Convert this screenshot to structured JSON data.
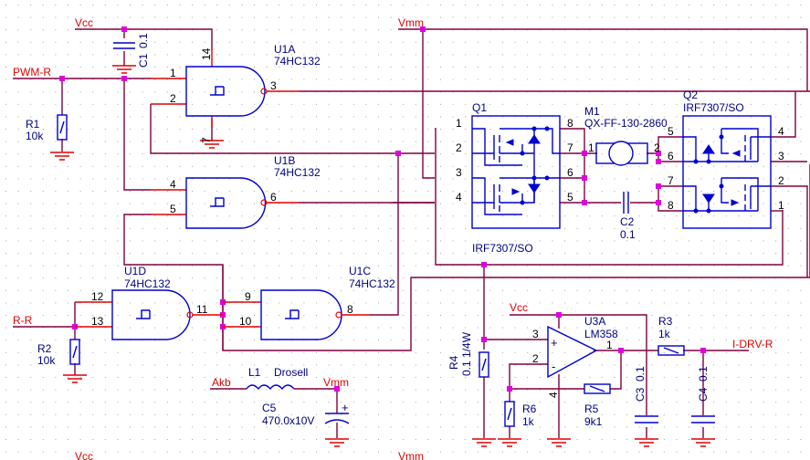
{
  "nets": {
    "vcc_top": "Vcc",
    "vmm_top": "Vmm",
    "pwm_r": "PWM-R",
    "r_r": "R-R",
    "akb": "Akb",
    "vmm_l1": "Vmm",
    "vcc_opamp": "Vcc",
    "i_drv_r": "I-DRV-R",
    "vcc_bottom": "Vcc",
    "vmm_bottom": "Vmm"
  },
  "components": {
    "c1": {
      "ref": "C1",
      "value": "0.1"
    },
    "r1": {
      "ref": "R1",
      "value": "10k"
    },
    "r2": {
      "ref": "R2",
      "value": "10k"
    },
    "u1a": {
      "ref": "U1A",
      "value": "74HC132",
      "pins": [
        "1",
        "2",
        "3",
        "14",
        "7"
      ]
    },
    "u1b": {
      "ref": "U1B",
      "value": "74HC132",
      "pins": [
        "4",
        "5",
        "6"
      ]
    },
    "u1c": {
      "ref": "U1C",
      "value": "74HC132",
      "pins": [
        "9",
        "10",
        "8"
      ]
    },
    "u1d": {
      "ref": "U1D",
      "value": "74HC132",
      "pins": [
        "12",
        "13",
        "11"
      ]
    },
    "q1": {
      "ref": "Q1",
      "value": "IRF7307/SO",
      "pins": [
        "1",
        "2",
        "3",
        "4",
        "8",
        "7",
        "6",
        "5"
      ]
    },
    "q2": {
      "ref": "Q2",
      "value": "IRF7307/SO",
      "pins": [
        "5",
        "6",
        "7",
        "8",
        "4",
        "3",
        "2",
        "1"
      ]
    },
    "m1": {
      "ref": "M1",
      "value": "QX-FF-130-2860",
      "pins": [
        "1",
        "2"
      ]
    },
    "c2": {
      "ref": "C2",
      "value": "0.1"
    },
    "l1": {
      "ref": "L1",
      "value": "Drosell"
    },
    "c5": {
      "ref": "C5",
      "value": "470.0x10V",
      "polarity": "+"
    },
    "r4": {
      "ref": "R4",
      "value": "0.1 1/4W"
    },
    "u3a": {
      "ref": "U3A",
      "value": "LM358",
      "pins": [
        "3",
        "2",
        "1",
        "4"
      ],
      "plus": "+",
      "minus": "-"
    },
    "r5": {
      "ref": "R5",
      "value": "9k1"
    },
    "r6": {
      "ref": "R6",
      "value": "1k"
    },
    "r3": {
      "ref": "R3",
      "value": "1k"
    },
    "c3": {
      "ref": "C3",
      "value": "0.1"
    },
    "c4": {
      "ref": "C4",
      "value": "0.1"
    }
  },
  "colors": {
    "wire": "#800040",
    "pin": "#e00000",
    "body": "#0000d0",
    "junction": "#e000e0",
    "net_label": "#e00000",
    "ref_label": "#000080"
  }
}
